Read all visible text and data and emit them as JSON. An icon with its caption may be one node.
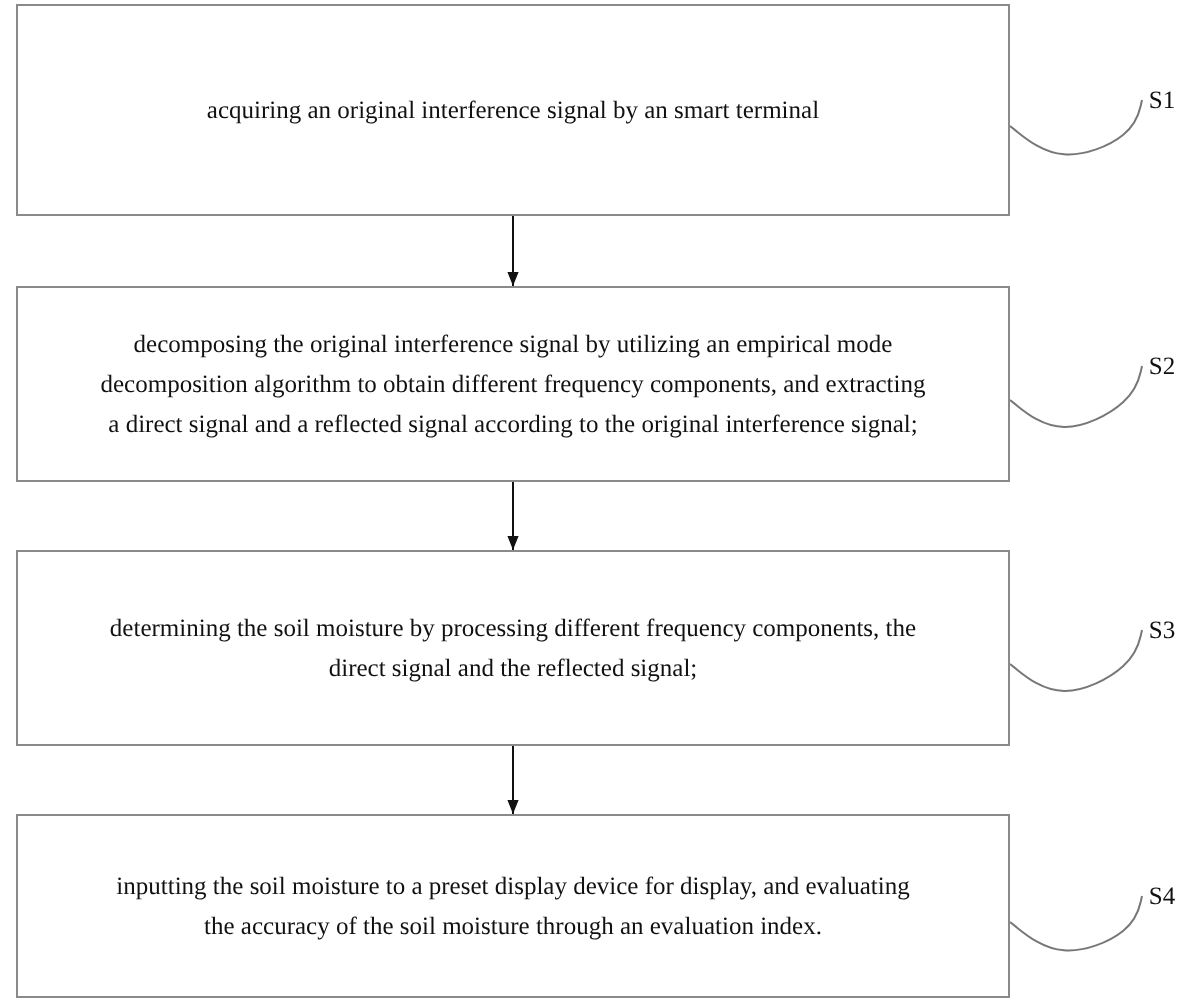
{
  "diagram": {
    "nodes": [
      {
        "text": [
          "acquiring an original interference signal by an smart terminal"
        ]
      },
      {
        "text": [
          "decomposing the original interference signal by utilizing an empirical mode decomposition algorithm to obtain different frequency components, and extracting a direct signal and a reflected signal according to the original interference signal;"
        ]
      },
      {
        "text": [
          "determining the soil moisture by processing different frequency components, the direct signal and the reflected signal;"
        ]
      },
      {
        "text": [
          "inputting the soil moisture to a preset display device for display, and evaluating the accuracy of the soil moisture through an evaluation index."
        ]
      },
      {
        "text": [
          "S1"
        ]
      },
      {
        "text": [
          "S2"
        ]
      },
      {
        "text": [
          "S3"
        ]
      },
      {
        "text": [
          "S4"
        ]
      }
    ],
    "edges": [
      {
        "from": 0,
        "to": 1,
        "arrow": "to",
        "color": "#111111"
      },
      {
        "from": 1,
        "to": 2,
        "arrow": "to",
        "color": "#111111"
      },
      {
        "from": 2,
        "to": 3,
        "arrow": "to",
        "color": "#111111"
      },
      {
        "from": 4,
        "to": 0,
        "arrow": "none"
      },
      {
        "from": 5,
        "to": 1,
        "arrow": "none"
      },
      {
        "from": 6,
        "to": 2,
        "arrow": "none"
      },
      {
        "from": 7,
        "to": 3,
        "arrow": "none"
      }
    ]
  }
}
